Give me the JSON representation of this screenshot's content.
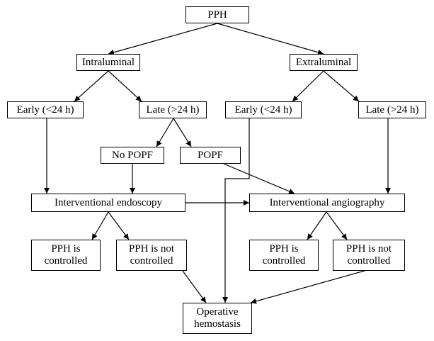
{
  "diagram": {
    "nodes": {
      "pph": "PPH",
      "intraluminal": "Intraluminal",
      "extraluminal": "Extraluminal",
      "intra_early": "Early (<24 h)",
      "intra_late": "Late (>24 h)",
      "extra_early": "Early (<24 h)",
      "extra_late": "Late (>24 h)",
      "no_popf": "No POPF",
      "popf": "POPF",
      "endoscopy": "Interventional endoscopy",
      "angiography": "Interventional angiography",
      "endo_controlled": "PPH is\ncontrolled",
      "endo_not_controlled": "PPH is not\ncontrolled",
      "angio_controlled": "PPH is\ncontrolled",
      "angio_not_controlled": "PPH is not\ncontrolled",
      "operative": "Operative\nhemostasis"
    },
    "colors": {
      "line": "#000000",
      "box_border": "#000000",
      "background": "#ffffff"
    }
  }
}
